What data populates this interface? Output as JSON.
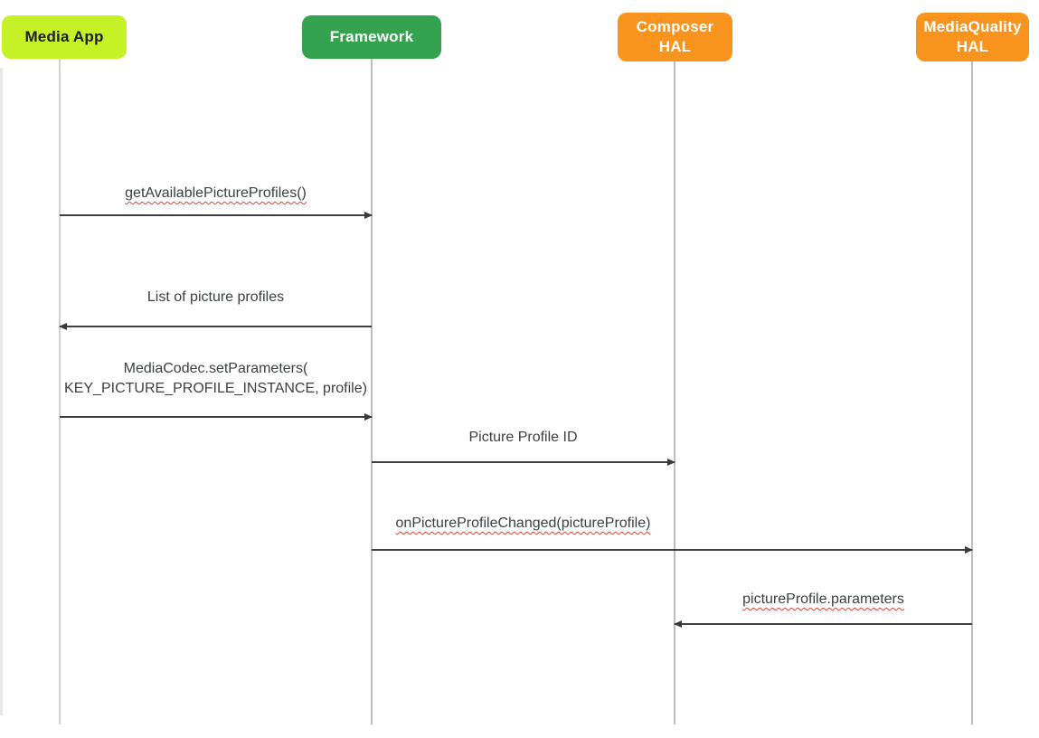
{
  "diagram": {
    "type": "sequence-diagram",
    "actors": [
      {
        "id": "media-app",
        "label": "Media App",
        "fill": "#c6f126",
        "text_color": "#1d1d1d"
      },
      {
        "id": "framework",
        "label": "Framework",
        "fill": "#34a24e",
        "text_color": "#ffffff"
      },
      {
        "id": "composer-hal",
        "label": "Composer\nHAL",
        "fill": "#f8941e",
        "text_color": "#ffffff"
      },
      {
        "id": "mediaquality-hal",
        "label": "MediaQuality\nHAL",
        "fill": "#f8941e",
        "text_color": "#ffffff"
      }
    ],
    "messages": [
      {
        "label": "getAvailablePictureProfiles()",
        "from": "Media App",
        "to": "Framework",
        "direction": "right",
        "spellcheck_flagged": true
      },
      {
        "label": "List of picture profiles",
        "from": "Framework",
        "to": "Media App",
        "direction": "left",
        "spellcheck_flagged": false
      },
      {
        "label": "MediaCodec.setParameters(\nKEY_PICTURE_PROFILE_INSTANCE, profile)",
        "from": "Media App",
        "to": "Framework",
        "direction": "right",
        "spellcheck_flagged": false
      },
      {
        "label": "Picture Profile ID",
        "from": "Framework",
        "to": "Composer HAL",
        "direction": "right",
        "spellcheck_flagged": false
      },
      {
        "label": "onPictureProfileChanged(pictureProfile)",
        "from": "Framework",
        "to": "MediaQuality HAL",
        "direction": "right",
        "spellcheck_flagged": true
      },
      {
        "label": "pictureProfile.parameters",
        "from": "MediaQuality HAL",
        "to": "Composer HAL",
        "direction": "left",
        "spellcheck_flagged": true
      }
    ],
    "style": {
      "lifeline_color": "#bdbdbd",
      "arrow_color": "#3a3a3a",
      "label_color": "#3c4043",
      "spellcheck_underline_color": "#e14138"
    }
  }
}
